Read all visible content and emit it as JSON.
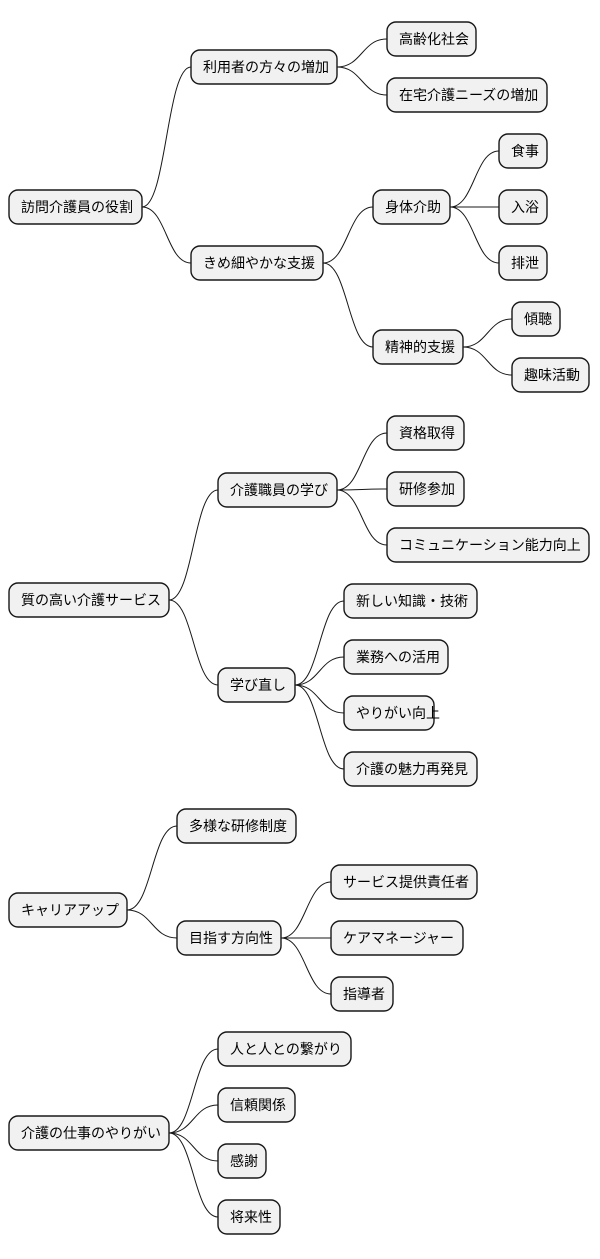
{
  "diagram": {
    "type": "mindmap",
    "trees": [
      {
        "label": "訪問介護員の役割",
        "children": [
          {
            "label": "利用者の方々の増加",
            "children": [
              {
                "label": "高齢化社会"
              },
              {
                "label": "在宅介護ニーズの増加"
              }
            ]
          },
          {
            "label": "きめ細やかな支援",
            "children": [
              {
                "label": "身体介助",
                "children": [
                  {
                    "label": "食事"
                  },
                  {
                    "label": "入浴"
                  },
                  {
                    "label": "排泄"
                  }
                ]
              },
              {
                "label": "精神的支援",
                "children": [
                  {
                    "label": "傾聴"
                  },
                  {
                    "label": "趣味活動"
                  }
                ]
              }
            ]
          }
        ]
      },
      {
        "label": "質の高い介護サービス",
        "children": [
          {
            "label": "介護職員の学び",
            "children": [
              {
                "label": "資格取得"
              },
              {
                "label": "研修参加"
              },
              {
                "label": "コミュニケーション能力向上"
              }
            ]
          },
          {
            "label": "学び直し",
            "children": [
              {
                "label": "新しい知識・技術"
              },
              {
                "label": "業務への活用"
              },
              {
                "label": "やりがい向上"
              },
              {
                "label": "介護の魅力再発見"
              }
            ]
          }
        ]
      },
      {
        "label": "キャリアアップ",
        "children": [
          {
            "label": "多様な研修制度"
          },
          {
            "label": "目指す方向性",
            "children": [
              {
                "label": "サービス提供責任者"
              },
              {
                "label": "ケアマネージャー"
              },
              {
                "label": "指導者"
              }
            ]
          }
        ]
      },
      {
        "label": "介護の仕事のやりがい",
        "children": [
          {
            "label": "人と人との繋がり"
          },
          {
            "label": "信頼関係"
          },
          {
            "label": "感謝"
          },
          {
            "label": "将来性"
          }
        ]
      }
    ]
  }
}
